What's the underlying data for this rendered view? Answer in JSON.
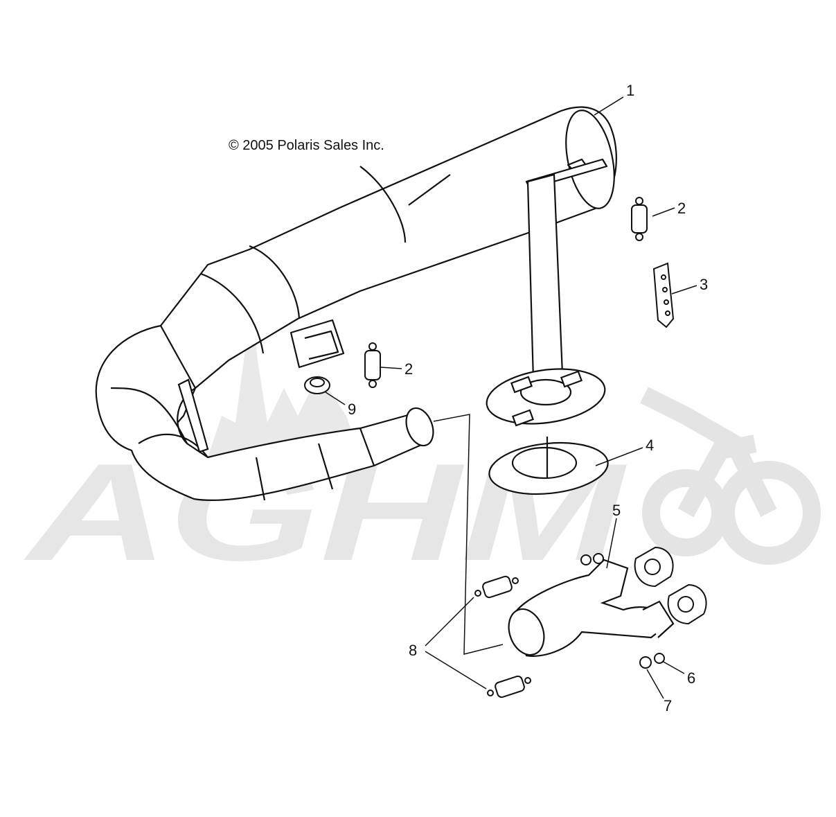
{
  "diagram": {
    "copyright": "© 2005 Polaris Sales Inc.",
    "watermark": "AGHM",
    "callouts": [
      {
        "id": "c1",
        "label": "1"
      },
      {
        "id": "c2a",
        "label": "2"
      },
      {
        "id": "c2b",
        "label": "2"
      },
      {
        "id": "c3",
        "label": "3"
      },
      {
        "id": "c4",
        "label": "4"
      },
      {
        "id": "c5",
        "label": "5"
      },
      {
        "id": "c6",
        "label": "6"
      },
      {
        "id": "c7",
        "label": "7"
      },
      {
        "id": "c8",
        "label": "8"
      },
      {
        "id": "c9",
        "label": "9"
      }
    ],
    "colors": {
      "line": "#111111",
      "watermark": "#e4e4e4",
      "fill": "#ffffff"
    }
  }
}
